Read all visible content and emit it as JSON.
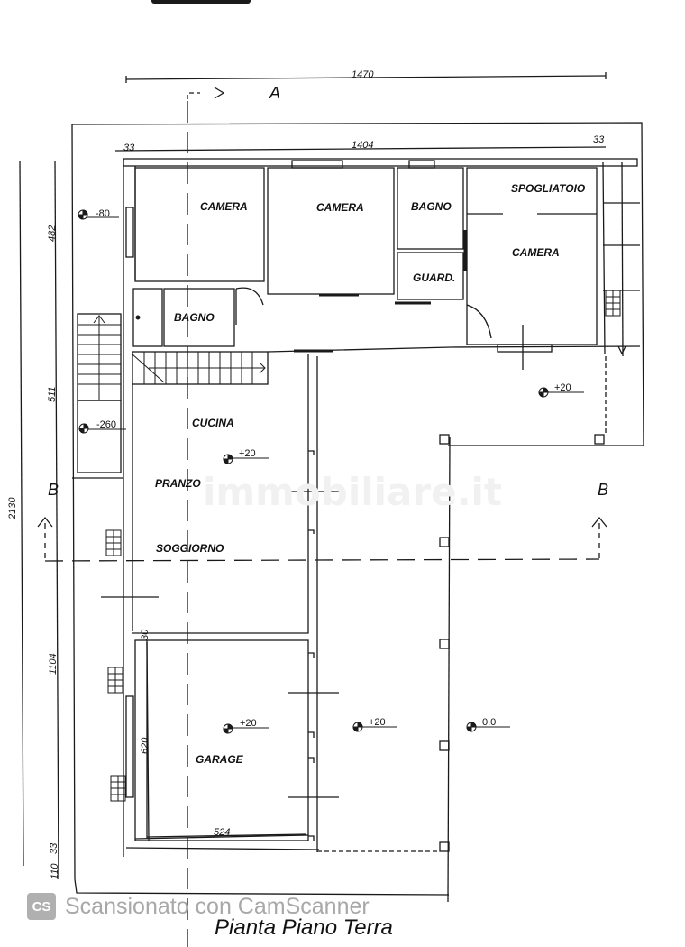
{
  "plan": {
    "title": "Pianta Piano Terra",
    "scanner_watermark": "Scansionato con CamScanner",
    "scanner_badge": "CS",
    "site_watermark": "immobiliare.it",
    "rooms": {
      "camera_1": "CAMERA",
      "camera_2": "CAMERA",
      "bagno_1": "BAGNO",
      "spogliatoio": "SPOGLIATOIO",
      "guardaroba": "GUARD.",
      "camera_3": "CAMERA",
      "bagno_2": "BAGNO",
      "cucina": "CUCINA",
      "pranzo": "PRANZO",
      "soggiorno": "SOGGIORNO",
      "garage": "GARAGE"
    },
    "dimensions": {
      "overall_width": "1470",
      "inner_width": "1404",
      "left_offset": "33",
      "right_offset": "33",
      "overall_height": "2130",
      "seg_482": "482",
      "seg_511": "511",
      "seg_1104": "1104",
      "seg_33": "33",
      "seg_110": "110",
      "garage_depth": "620",
      "garage_width": "524",
      "garage_gap": "30"
    },
    "levels": {
      "ext_north": "-80",
      "ext_stairs": "-260",
      "living": "+20",
      "courtyard_top": "+20",
      "garage": "+20",
      "courtyard": "+20",
      "street": "0.0"
    },
    "sections": {
      "a": "A",
      "b_left": "B",
      "b_right": "B"
    }
  }
}
